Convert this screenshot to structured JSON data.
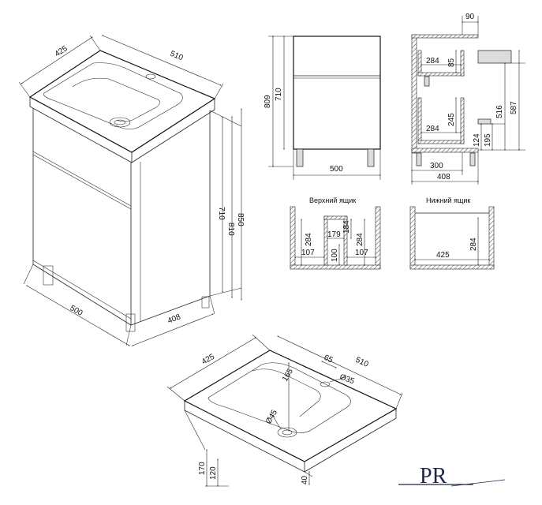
{
  "labels": {
    "upper_drawer": "Верхний ящик",
    "lower_drawer": "Нижний ящик"
  },
  "dims_iso": {
    "depth_top": "425",
    "width_top": "510",
    "h710": "710",
    "h810": "810",
    "h850": "850",
    "width_bottom": "500",
    "depth_bottom": "408"
  },
  "dims_front": {
    "h809": "809",
    "h710": "710",
    "w500": "500"
  },
  "dims_side": {
    "d90": "90",
    "d284a": "284",
    "d85": "85",
    "d516": "516",
    "d587": "587",
    "d284b": "284",
    "d245": "245",
    "d124": "124",
    "d195": "195",
    "d300": "300",
    "d408": "408"
  },
  "dims_upper": {
    "d284l": "284",
    "d179": "179",
    "d184": "184",
    "d284r": "284",
    "d107l": "107",
    "d100": "100",
    "d107r": "107"
  },
  "dims_lower": {
    "d284": "284",
    "d425": "425"
  },
  "dims_basin": {
    "d425": "425",
    "d510": "510",
    "d165": "165",
    "d65": "65",
    "d35": "Ø35",
    "d45": "Ø45",
    "d170": "170",
    "d120": "120",
    "d40": "40"
  },
  "logo": {
    "letters": "PR",
    "color": "#1d2748"
  }
}
